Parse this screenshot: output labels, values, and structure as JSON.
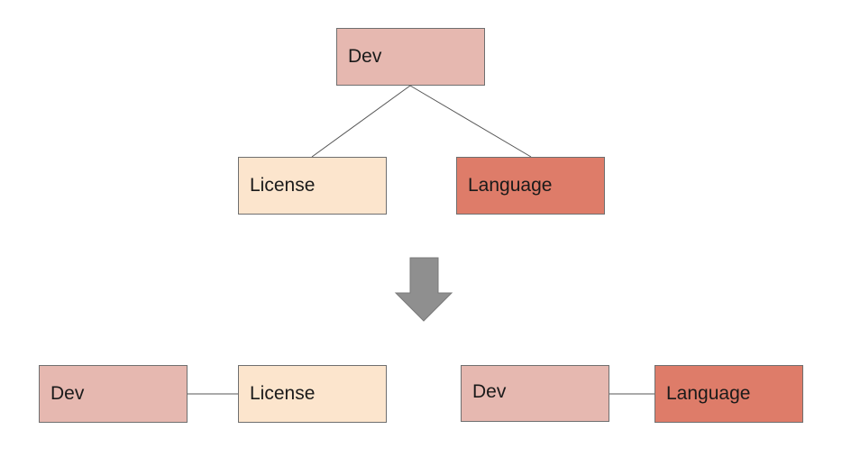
{
  "diagram": {
    "tree": {
      "root": {
        "label": "Dev"
      },
      "children": [
        {
          "label": "License"
        },
        {
          "label": "Language"
        }
      ]
    },
    "arrow": {
      "icon": "down-arrow-icon",
      "color": "#8f8f8f"
    },
    "pairs": [
      {
        "left": "Dev",
        "right": "License"
      },
      {
        "left": "Dev",
        "right": "Language"
      }
    ],
    "colors": {
      "dev": "#e6b8b0",
      "license": "#fce5cd",
      "language": "#de7c69",
      "line": "#555555"
    }
  }
}
